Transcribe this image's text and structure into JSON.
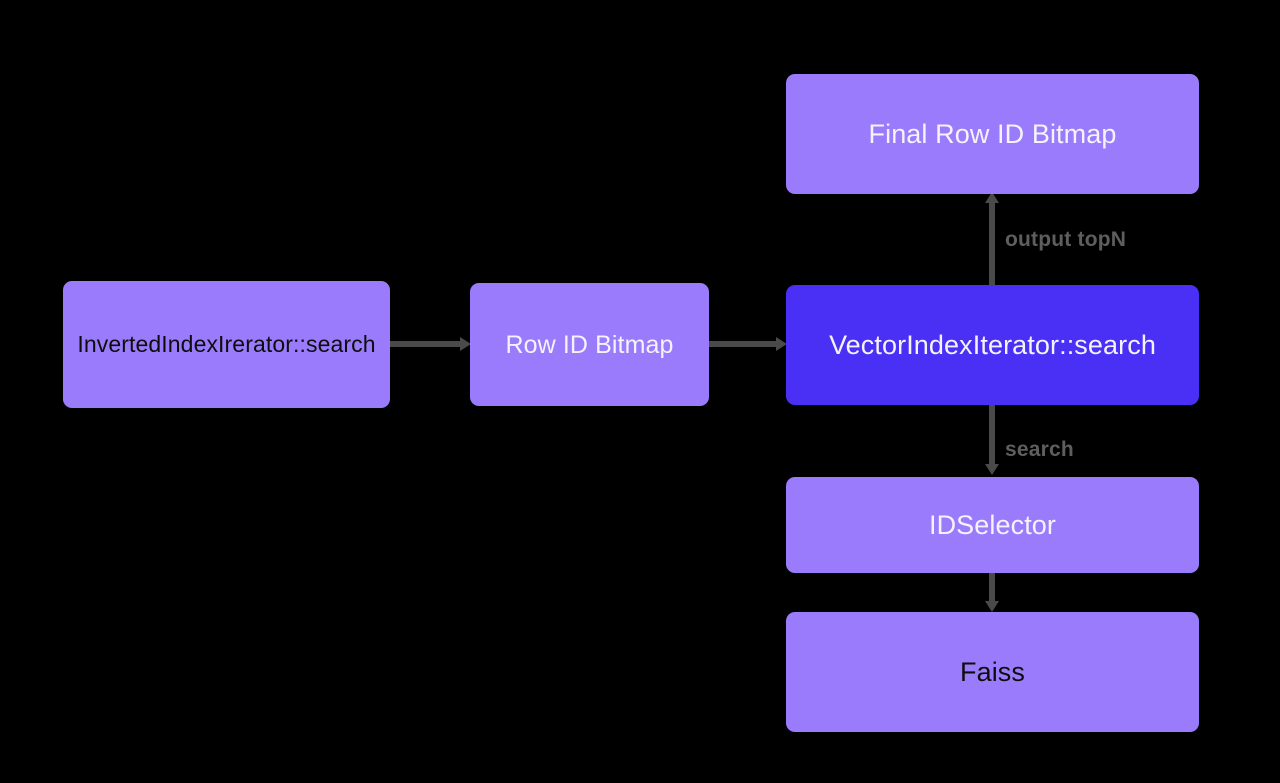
{
  "diagram": {
    "background_color": "#000000",
    "node_fill_light": "#9a7bfc",
    "node_fill_highlight": "#4a2ff5",
    "edge_color": "#4a4a4a",
    "edge_label_color": "#5e5e5e",
    "nodes": [
      {
        "id": "inverted",
        "label": "InvertedIndexIrerator::search",
        "fill": "#9a7bfc",
        "text_color": "#0d0d0d"
      },
      {
        "id": "rowid",
        "label": "Row ID Bitmap",
        "fill": "#9a7bfc",
        "text_color": "#f4f2fb"
      },
      {
        "id": "final",
        "label": "Final Row ID Bitmap",
        "fill": "#9a7bfc",
        "text_color": "#f4f2fb"
      },
      {
        "id": "vector",
        "label": "VectorIndexIterator::search",
        "fill": "#4a2ff5",
        "text_color": "#f4f2fb"
      },
      {
        "id": "idselect",
        "label": "IDSelector",
        "fill": "#9a7bfc",
        "text_color": "#f4f2fb"
      },
      {
        "id": "faiss",
        "label": "Faiss",
        "fill": "#9a7bfc",
        "text_color": "#0d0d0d"
      }
    ],
    "edges": [
      {
        "id": "e1",
        "from": "inverted",
        "to": "rowid",
        "label": "",
        "direction": "right"
      },
      {
        "id": "e2",
        "from": "rowid",
        "to": "vector",
        "label": "",
        "direction": "right"
      },
      {
        "id": "e3",
        "from": "vector",
        "to": "final",
        "label": "output topN",
        "direction": "up"
      },
      {
        "id": "e4",
        "from": "vector",
        "to": "idselect",
        "label": "search",
        "direction": "down"
      },
      {
        "id": "e5",
        "from": "idselect",
        "to": "faiss",
        "label": "",
        "direction": "down"
      }
    ]
  }
}
